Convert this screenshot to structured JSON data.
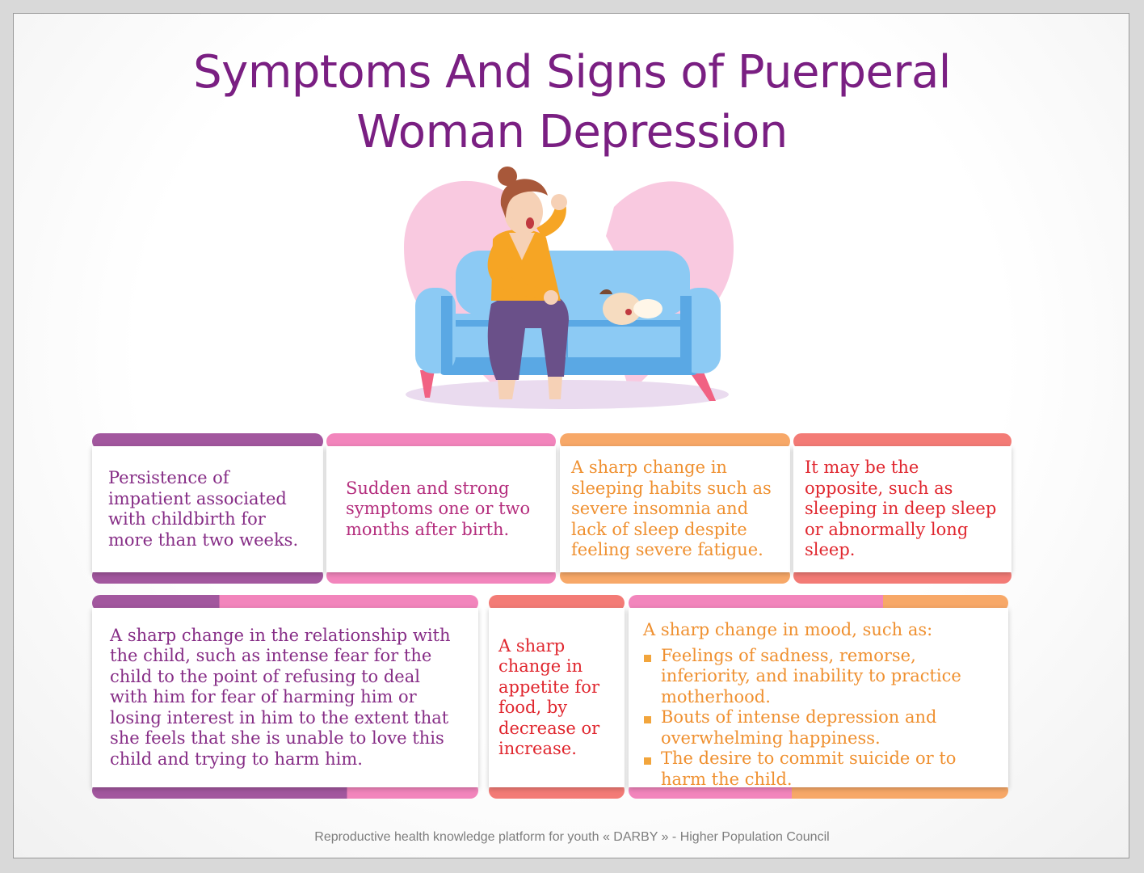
{
  "title": {
    "line1": "Symptoms And Signs of Puerperal",
    "line2": "Woman Depression"
  },
  "illustration": {
    "icon": "mother-on-sofa-with-crying-baby-illustration"
  },
  "cards": [
    {
      "text": "Persistence of impatient associated with childbirth for more than two weeks.",
      "color": "#a2579e"
    },
    {
      "text": "Sudden and strong symptoms one or two months after birth.",
      "color": "#f285bc"
    },
    {
      "text": "A sharp change in sleeping habits such as severe insomnia and lack of sleep despite feeling severe fatigue.",
      "color": "#f7a868"
    },
    {
      "text": "It may be the opposite, such as sleeping in deep sleep or abnormally long sleep.",
      "color": "#f37b76"
    },
    {
      "text": "A sharp change in the relationship with the child, such as intense fear for the child to the point of refusing to deal with him for fear of harming him or losing interest in him to the extent that she feels that she is unable to love this child and trying to harm him.",
      "color": "#a2579e"
    },
    {
      "text": "A sharp change in appetite for food, by decrease or increase.",
      "color": "#f37b76"
    },
    {
      "intro": "A sharp change in mood, such as:",
      "items": [
        "Feelings of sadness, remorse, inferiority, and inability to practice motherhood.",
        "Bouts of intense depression and overwhelming happiness.",
        "The desire to commit suicide or to harm the child."
      ],
      "color": "#f7a868"
    }
  ],
  "footer": "Reproductive health knowledge platform for youth « DARBY » - Higher Population Council"
}
